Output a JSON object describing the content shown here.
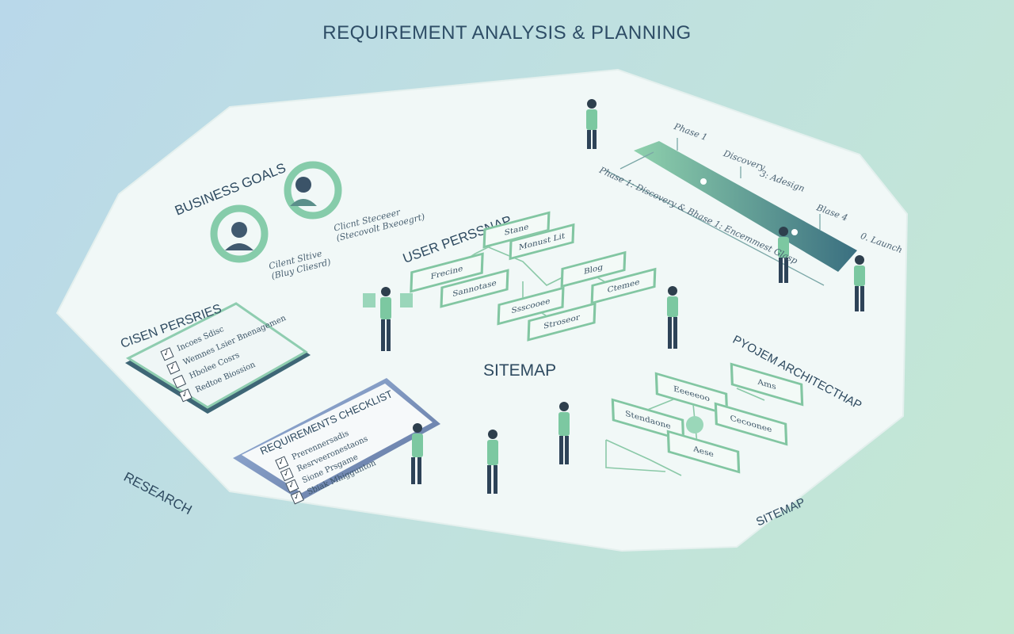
{
  "title": "REQUIREMENT ANALYSIS & PLANNING",
  "sections": {
    "business_goals": "BUSINESS GOALS",
    "user_personas": "USER PERSSNAP",
    "client_personas": "CISEN PERSRIES",
    "requirements_checklist": "REQUIREMENTS CHECKLIST",
    "sitemap_center": "SITEMAP",
    "project_architecture": "PYOJEM ARCHITECTHAP",
    "research_caption": "RESEARCH",
    "sitemap_caption": "SITEMAP"
  },
  "personas": [
    {
      "caption_1": "Cilent Sltive",
      "caption_2": "(Bluy Cliesrd)"
    },
    {
      "caption_1": "Clicnt Steceeer",
      "caption_2": "(Stecovolt Bxeoegrt)"
    }
  ],
  "timeline": {
    "markers": [
      "Phase 1",
      "Discovery",
      "3: Adesign",
      "Blase 4",
      "0. Launch"
    ],
    "long_label": "Phase 1: Discovery & Bhase 1: Encemmest Glasp"
  },
  "user_flow_boxes": [
    "Stane",
    "Monust Lit",
    "Frecine",
    "Sannotase",
    "Blog",
    "Ctemee",
    "Ssscooee",
    "Stroseor"
  ],
  "client_checklist": [
    {
      "text": "Incoes Sdisc",
      "checked": true
    },
    {
      "text": "Wemnes Lsier Bnenagemen",
      "checked": true
    },
    {
      "text": "Hbolee Cosrs",
      "checked": false
    },
    {
      "text": "Redtoe Biossion",
      "checked": true
    }
  ],
  "requirements_items": [
    {
      "text": "Prerennersadis",
      "checked": true
    },
    {
      "text": "Resrveeronestaons",
      "checked": true
    },
    {
      "text": "Sione Prsgame",
      "checked": true
    },
    {
      "text": "Sbiak Mhiggunton",
      "checked": true
    }
  ],
  "architecture_boxes": [
    "Eeeeeoo",
    "Ams",
    "Cecoonee",
    "Stendaone",
    "Aese"
  ],
  "colors": {
    "accent": "#79c7a1",
    "accent_dark": "#3f7d77",
    "panel": "#eef7f5",
    "navy": "#2e4966"
  }
}
